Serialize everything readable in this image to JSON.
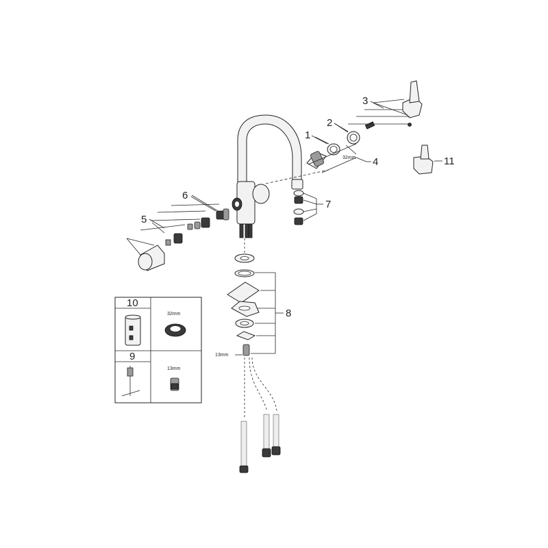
{
  "callouts": {
    "c1": "1",
    "c2": "2",
    "c3": "3",
    "c4": "4",
    "c5": "5",
    "c6": "6",
    "c7": "7",
    "c8": "8",
    "c11": "11"
  },
  "dimensions": {
    "d32_main": "32mm",
    "d13_main": "13mm"
  },
  "tool_table": {
    "row1_number": "10",
    "row1_size": "32mm",
    "row2_number": "9",
    "row2_size": "13mm"
  }
}
